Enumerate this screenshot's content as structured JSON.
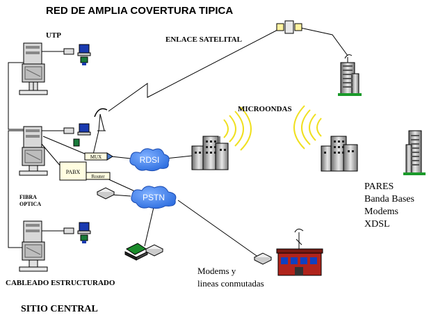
{
  "title": "RED DE AMPLIA COVERTURA TIPICA",
  "labels": {
    "utp": "UTP",
    "satellite_link": "ENLACE SATELITAL",
    "microwave": "MICROONDAS",
    "fiber_line1": "FIBRA",
    "fiber_line2": "OPTICA",
    "structured_cabling": "CABLEADO ESTRUCTURADO",
    "central_site": "SITIO CENTRAL",
    "modems_line1": "Modems y",
    "modems_line2": "lineas conmutadas"
  },
  "nodes": {
    "rdsi": "RDSI",
    "pstn": "PSTN",
    "pabx": "PABX",
    "mux": "MUX",
    "router": "Router"
  },
  "access_tech": [
    "PARES",
    "Banda Bases",
    "Modems",
    "XDSL"
  ],
  "colors": {
    "cloud": "#2f6fe0",
    "cloud_text": "#ffffff",
    "line": "#000000",
    "microwave_wave": "#f0e020",
    "building_green": "#1a9a2a",
    "house_red": "#b0241c",
    "house_blue": "#1040c0"
  }
}
